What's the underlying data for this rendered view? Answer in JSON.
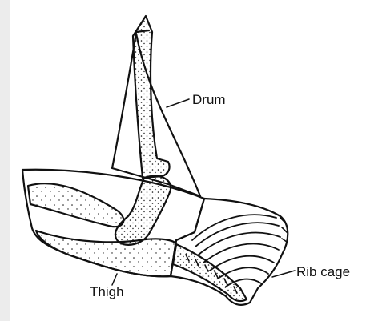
{
  "labels": {
    "drum": "Drum",
    "thigh": "Thigh",
    "rib_cage": "Rib cage"
  },
  "colors": {
    "ink": "#111111",
    "paper": "#ffffff",
    "margin_shadow": "#ececec"
  }
}
